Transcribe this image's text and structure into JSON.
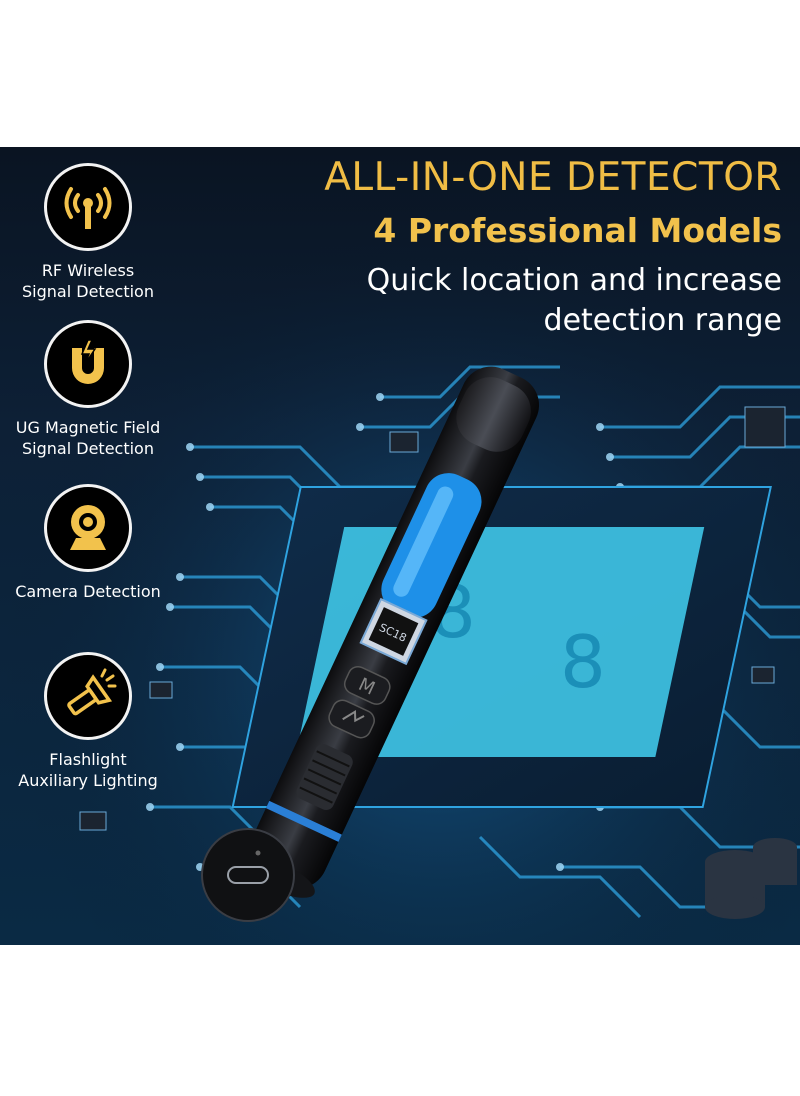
{
  "headline": {
    "title": "ALL-IN-ONE DETECTOR",
    "subtitle": "4 Professional Models",
    "tagline_line1": "Quick location and increase",
    "tagline_line2": "detection range"
  },
  "features": [
    {
      "icon": "rf-antenna-icon",
      "label": "RF Wireless\nSignal Detection"
    },
    {
      "icon": "magnet-icon",
      "label": "UG Magnetic Field\nSignal Detection"
    },
    {
      "icon": "camera-icon",
      "label": "Camera Detection"
    },
    {
      "icon": "flashlight-icon",
      "label": "Flashlight\nAuxiliary Lighting"
    }
  ],
  "device": {
    "screen_text": "SC18",
    "mode_button_label": "M",
    "chip_digit_left": "8",
    "chip_digit_right": "8"
  },
  "colors": {
    "accent_gold": "#f2c24c",
    "background_navy": "#0b1a2c",
    "circuit_blue": "#2fa3e0",
    "lens_blue": "#1e90e8"
  }
}
